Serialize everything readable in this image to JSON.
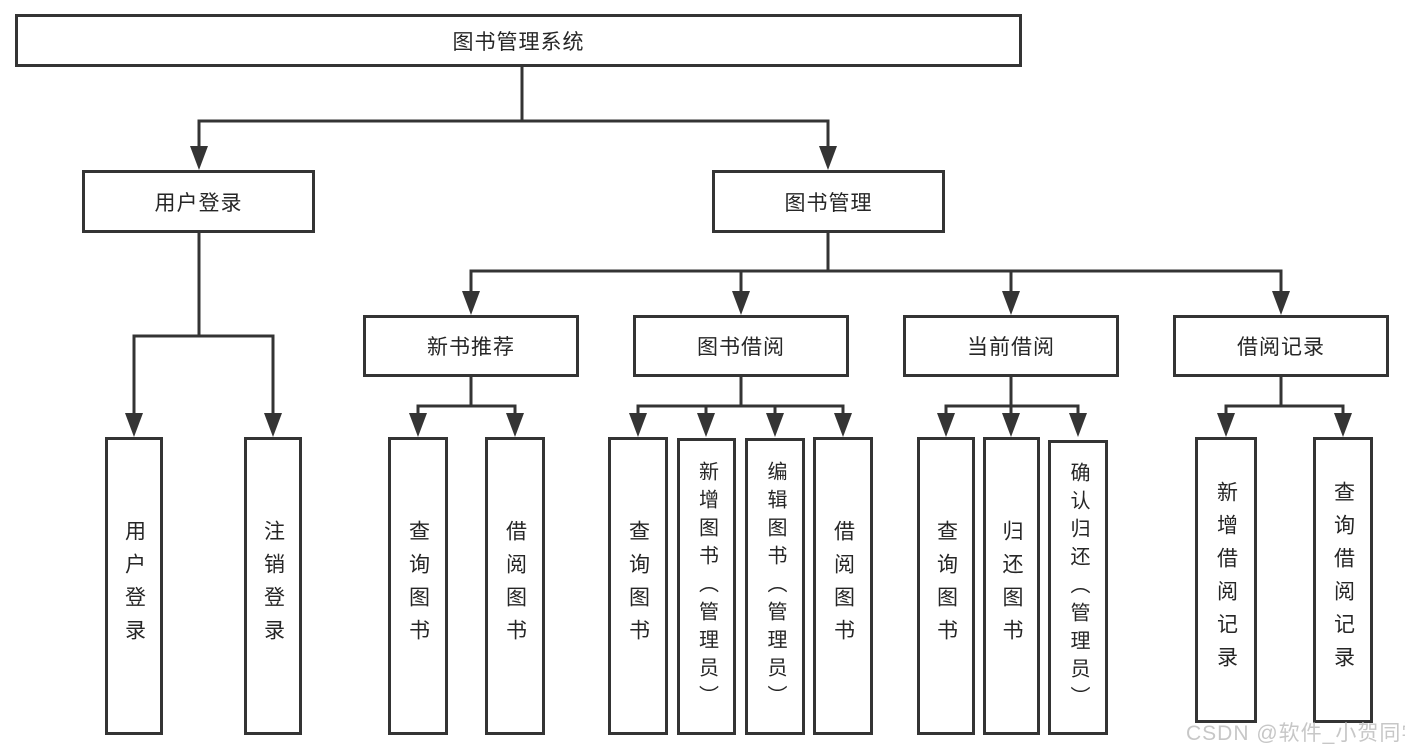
{
  "tree": {
    "label": "图书管理系统",
    "children": [
      {
        "label": "用户登录",
        "children": [
          {
            "label": "用户登录"
          },
          {
            "label": "注销登录"
          }
        ]
      },
      {
        "label": "图书管理",
        "children": [
          {
            "label": "新书推荐",
            "children": [
              {
                "label": "查询图书"
              },
              {
                "label": "借阅图书"
              }
            ]
          },
          {
            "label": "图书借阅",
            "children": [
              {
                "label": "查询图书"
              },
              {
                "label": "新增图书（管理员）"
              },
              {
                "label": "编辑图书（管理员）"
              },
              {
                "label": "借阅图书"
              }
            ]
          },
          {
            "label": "当前借阅",
            "children": [
              {
                "label": "查询图书"
              },
              {
                "label": "归还图书"
              },
              {
                "label": "确认归还（管理员）"
              }
            ]
          },
          {
            "label": "借阅记录",
            "children": [
              {
                "label": "新增借阅记录"
              },
              {
                "label": "查询借阅记录"
              }
            ]
          }
        ]
      }
    ]
  },
  "watermark": {
    "text": "CSDN @软件_小贺同学"
  },
  "colors": {
    "line": "#343434",
    "text": "#262626",
    "box_fill": "#ffffff",
    "background": "#ffffff",
    "watermark": "#c7c7c7"
  }
}
